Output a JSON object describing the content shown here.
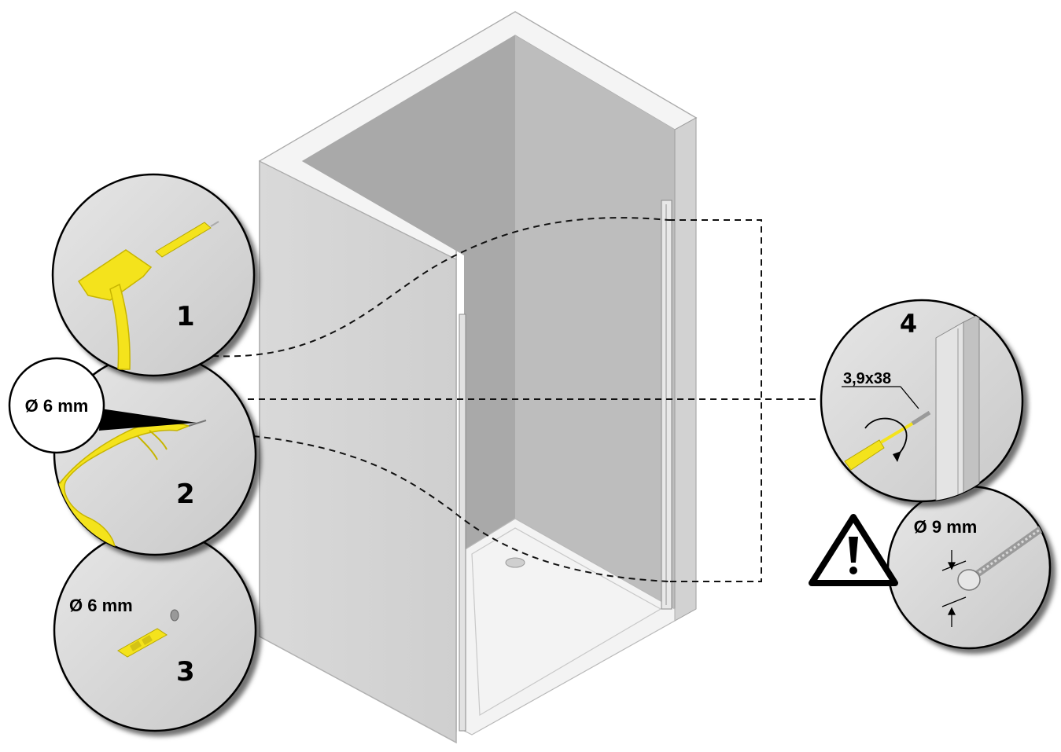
{
  "steps": {
    "step1": {
      "number": "1",
      "tool": "hammer-icon"
    },
    "step2": {
      "number": "2",
      "tool": "drill-icon",
      "callout": "Ø 6 mm"
    },
    "step3": {
      "number": "3",
      "tool": "wall-plug-icon",
      "hole": "Ø 6 mm"
    },
    "step4": {
      "number": "4",
      "tool": "screwdriver-icon",
      "screw_size": "3,9x38"
    }
  },
  "warning": {
    "icon": "warning-triangle-icon",
    "head_diameter": "Ø 9 mm"
  },
  "colors": {
    "tool_yellow": "#f4e31c",
    "wall_gray": "#c9c9c9",
    "circle_fill": "#d6d6d6",
    "outline": "#000000"
  }
}
